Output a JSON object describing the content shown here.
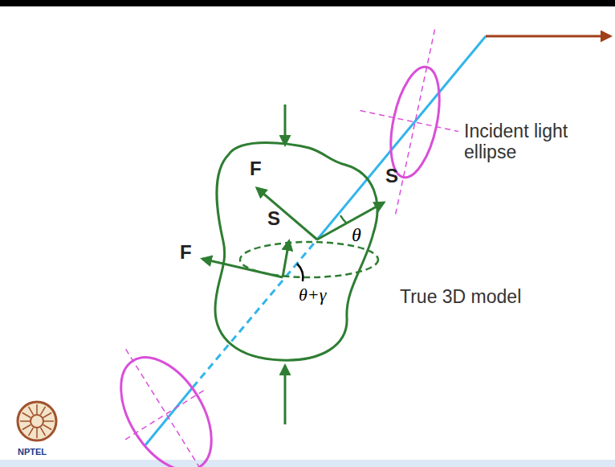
{
  "diagram": {
    "labels": [
      "Incident light ellipse",
      "F",
      "S",
      "S",
      "θ",
      "F",
      "θ+γ",
      "True 3D model",
      "NPTEL"
    ]
  }
}
